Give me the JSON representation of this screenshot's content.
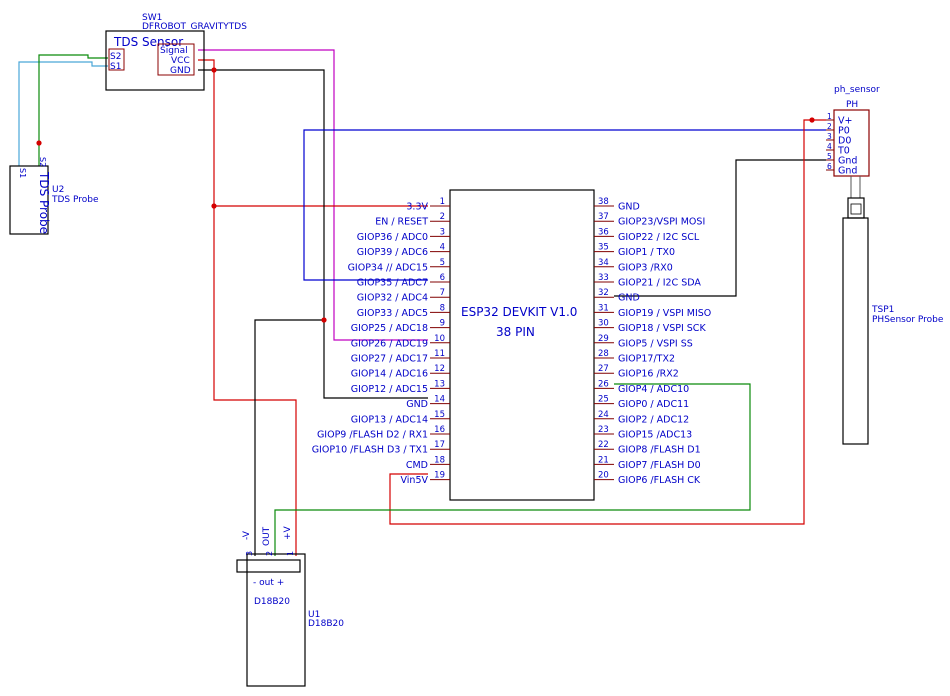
{
  "colors": {
    "power": "#d40000",
    "ground": "#000000",
    "signal_tds": "#c000c0",
    "signal_ph": "#0000d0",
    "probe_blue": "#4aa6d8",
    "probe_green": "#0a8a0a",
    "dq_green": "#0a8a0a",
    "text": "#0000c8",
    "body": "#800000"
  },
  "sw1": {
    "ref": "SW1",
    "value": "DFROBOT_GRAVITYTDS",
    "title": "TDS Sensor",
    "pins": {
      "s2": "S2",
      "s1": "S1",
      "signal": "Signal",
      "vcc": "VCC",
      "gnd": "GND"
    }
  },
  "u2": {
    "ref": "U2",
    "value": "TDS Probe",
    "body_label": "TDS Probe",
    "pin_s2": "S2",
    "pin_s1": "S1"
  },
  "ph": {
    "ref": "ph_sensor",
    "title": "PH",
    "pins": [
      {
        "num": "1",
        "name": "V+"
      },
      {
        "num": "2",
        "name": "P0"
      },
      {
        "num": "3",
        "name": "D0"
      },
      {
        "num": "4",
        "name": "T0"
      },
      {
        "num": "5",
        "name": "Gnd"
      },
      {
        "num": "6",
        "name": "Gnd"
      }
    ]
  },
  "tsp1": {
    "ref": "TSP1",
    "value": "PHSensor Probe"
  },
  "esp32": {
    "title": "ESP32 DEVKIT V1.0",
    "subtitle": "38 PIN",
    "left_pins": [
      {
        "num": "1",
        "name": "3.3V"
      },
      {
        "num": "2",
        "name": "EN / RESET"
      },
      {
        "num": "3",
        "name": "GIOP36 / ADC0"
      },
      {
        "num": "4",
        "name": "GIOP39 / ADC6"
      },
      {
        "num": "5",
        "name": "GIOP34 // ADC15"
      },
      {
        "num": "6",
        "name": "GIOP35 / ADC7"
      },
      {
        "num": "7",
        "name": "GIOP32 / ADC4"
      },
      {
        "num": "8",
        "name": "GIOP33 / ADC5"
      },
      {
        "num": "9",
        "name": "GIOP25 / ADC18"
      },
      {
        "num": "10",
        "name": "GIOP26 / ADC19"
      },
      {
        "num": "11",
        "name": "GIOP27 / ADC17"
      },
      {
        "num": "12",
        "name": "GIOP14 / ADC16"
      },
      {
        "num": "13",
        "name": "GIOP12 / ADC15"
      },
      {
        "num": "14",
        "name": "GND"
      },
      {
        "num": "15",
        "name": "GIOP13 / ADC14"
      },
      {
        "num": "16",
        "name": "GIOP9 /FLASH D2 / RX1"
      },
      {
        "num": "17",
        "name": "GIOP10 /FLASH D3 / TX1"
      },
      {
        "num": "18",
        "name": "CMD"
      },
      {
        "num": "19",
        "name": "Vin5V"
      }
    ],
    "right_pins": [
      {
        "num": "38",
        "name": "GND"
      },
      {
        "num": "37",
        "name": "GIOP23/VSPI MOSI"
      },
      {
        "num": "36",
        "name": "GIOP22 / I2C SCL"
      },
      {
        "num": "35",
        "name": "GIOP1 / TX0"
      },
      {
        "num": "34",
        "name": "GIOP3 /RX0"
      },
      {
        "num": "33",
        "name": "GIOP21 / I2C SDA"
      },
      {
        "num": "32",
        "name": "GND"
      },
      {
        "num": "31",
        "name": "GIOP19 / VSPI MISO"
      },
      {
        "num": "30",
        "name": "GIOP18 / VSPI SCK"
      },
      {
        "num": "29",
        "name": "GIOP5 / VSPI SS"
      },
      {
        "num": "28",
        "name": "GIOP17/TX2"
      },
      {
        "num": "27",
        "name": "GIOP16 /RX2"
      },
      {
        "num": "26",
        "name": "GIOP4 / ADC10"
      },
      {
        "num": "25",
        "name": "GIOP0 / ADC11"
      },
      {
        "num": "24",
        "name": "GIOP2 / ADC12"
      },
      {
        "num": "23",
        "name": "GIOP15 /ADC13"
      },
      {
        "num": "22",
        "name": "GIOP8 /FLASH D1"
      },
      {
        "num": "21",
        "name": "GIOP7 /FLASH D0"
      },
      {
        "num": "20",
        "name": "GIOP6 /FLASH CK"
      }
    ]
  },
  "u1": {
    "ref": "U1",
    "value": "D18B20",
    "body_label": "D18B20",
    "pin_labels": [
      "-V",
      "OUT",
      "+V"
    ],
    "pin_nums": [
      "3",
      "2",
      "1"
    ],
    "marking": "-   out  +"
  }
}
